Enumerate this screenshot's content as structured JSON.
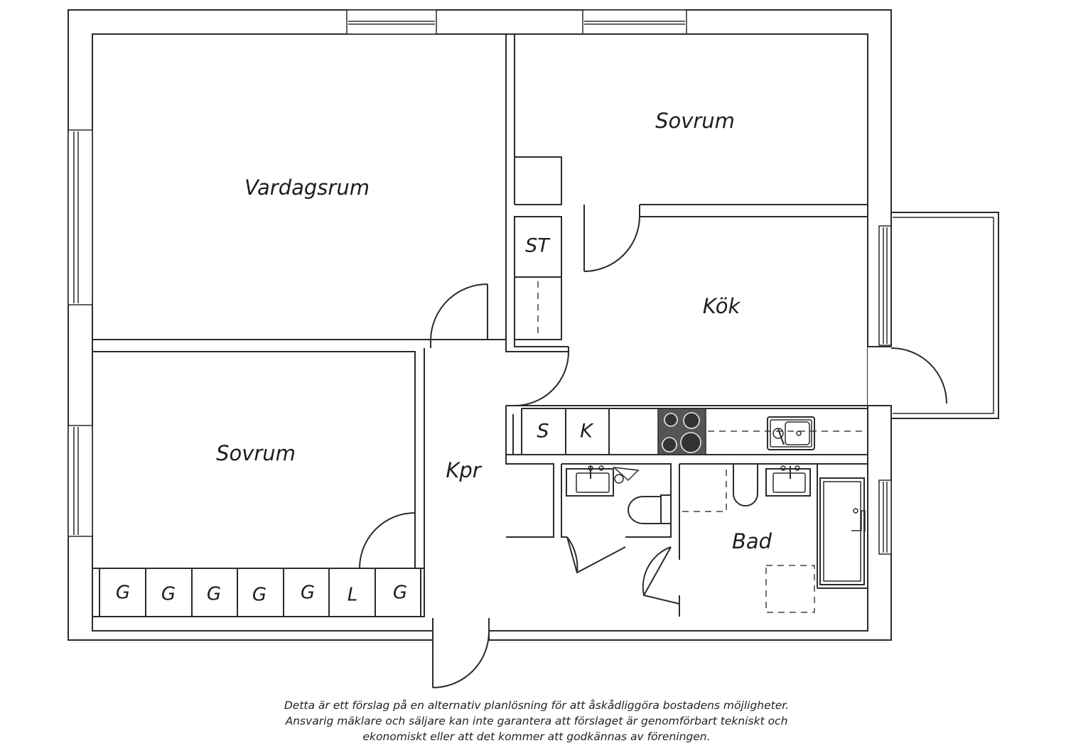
{
  "rooms": {
    "vardagsrum": "Vardagsrum",
    "sovrum_top": "Sovrum",
    "sovrum_left": "Sovrum",
    "kok": "Kök",
    "kpr": "Kpr",
    "bad": "Bad",
    "st": "ST"
  },
  "kitchen_units": {
    "s": "S",
    "k": "K"
  },
  "closets": [
    "G",
    "G",
    "G",
    "G",
    "G",
    "L",
    "G"
  ],
  "disclaimer": [
    "Detta är ett förslag på en alternativ planlösning för att åskådliggöra bostadens möjligheter.",
    "Ansvarig mäklare och säljare kan inte garantera att förslaget är genomförbart tekniskt och",
    "ekonomiskt eller att det kommer att godkännas av föreningen."
  ]
}
